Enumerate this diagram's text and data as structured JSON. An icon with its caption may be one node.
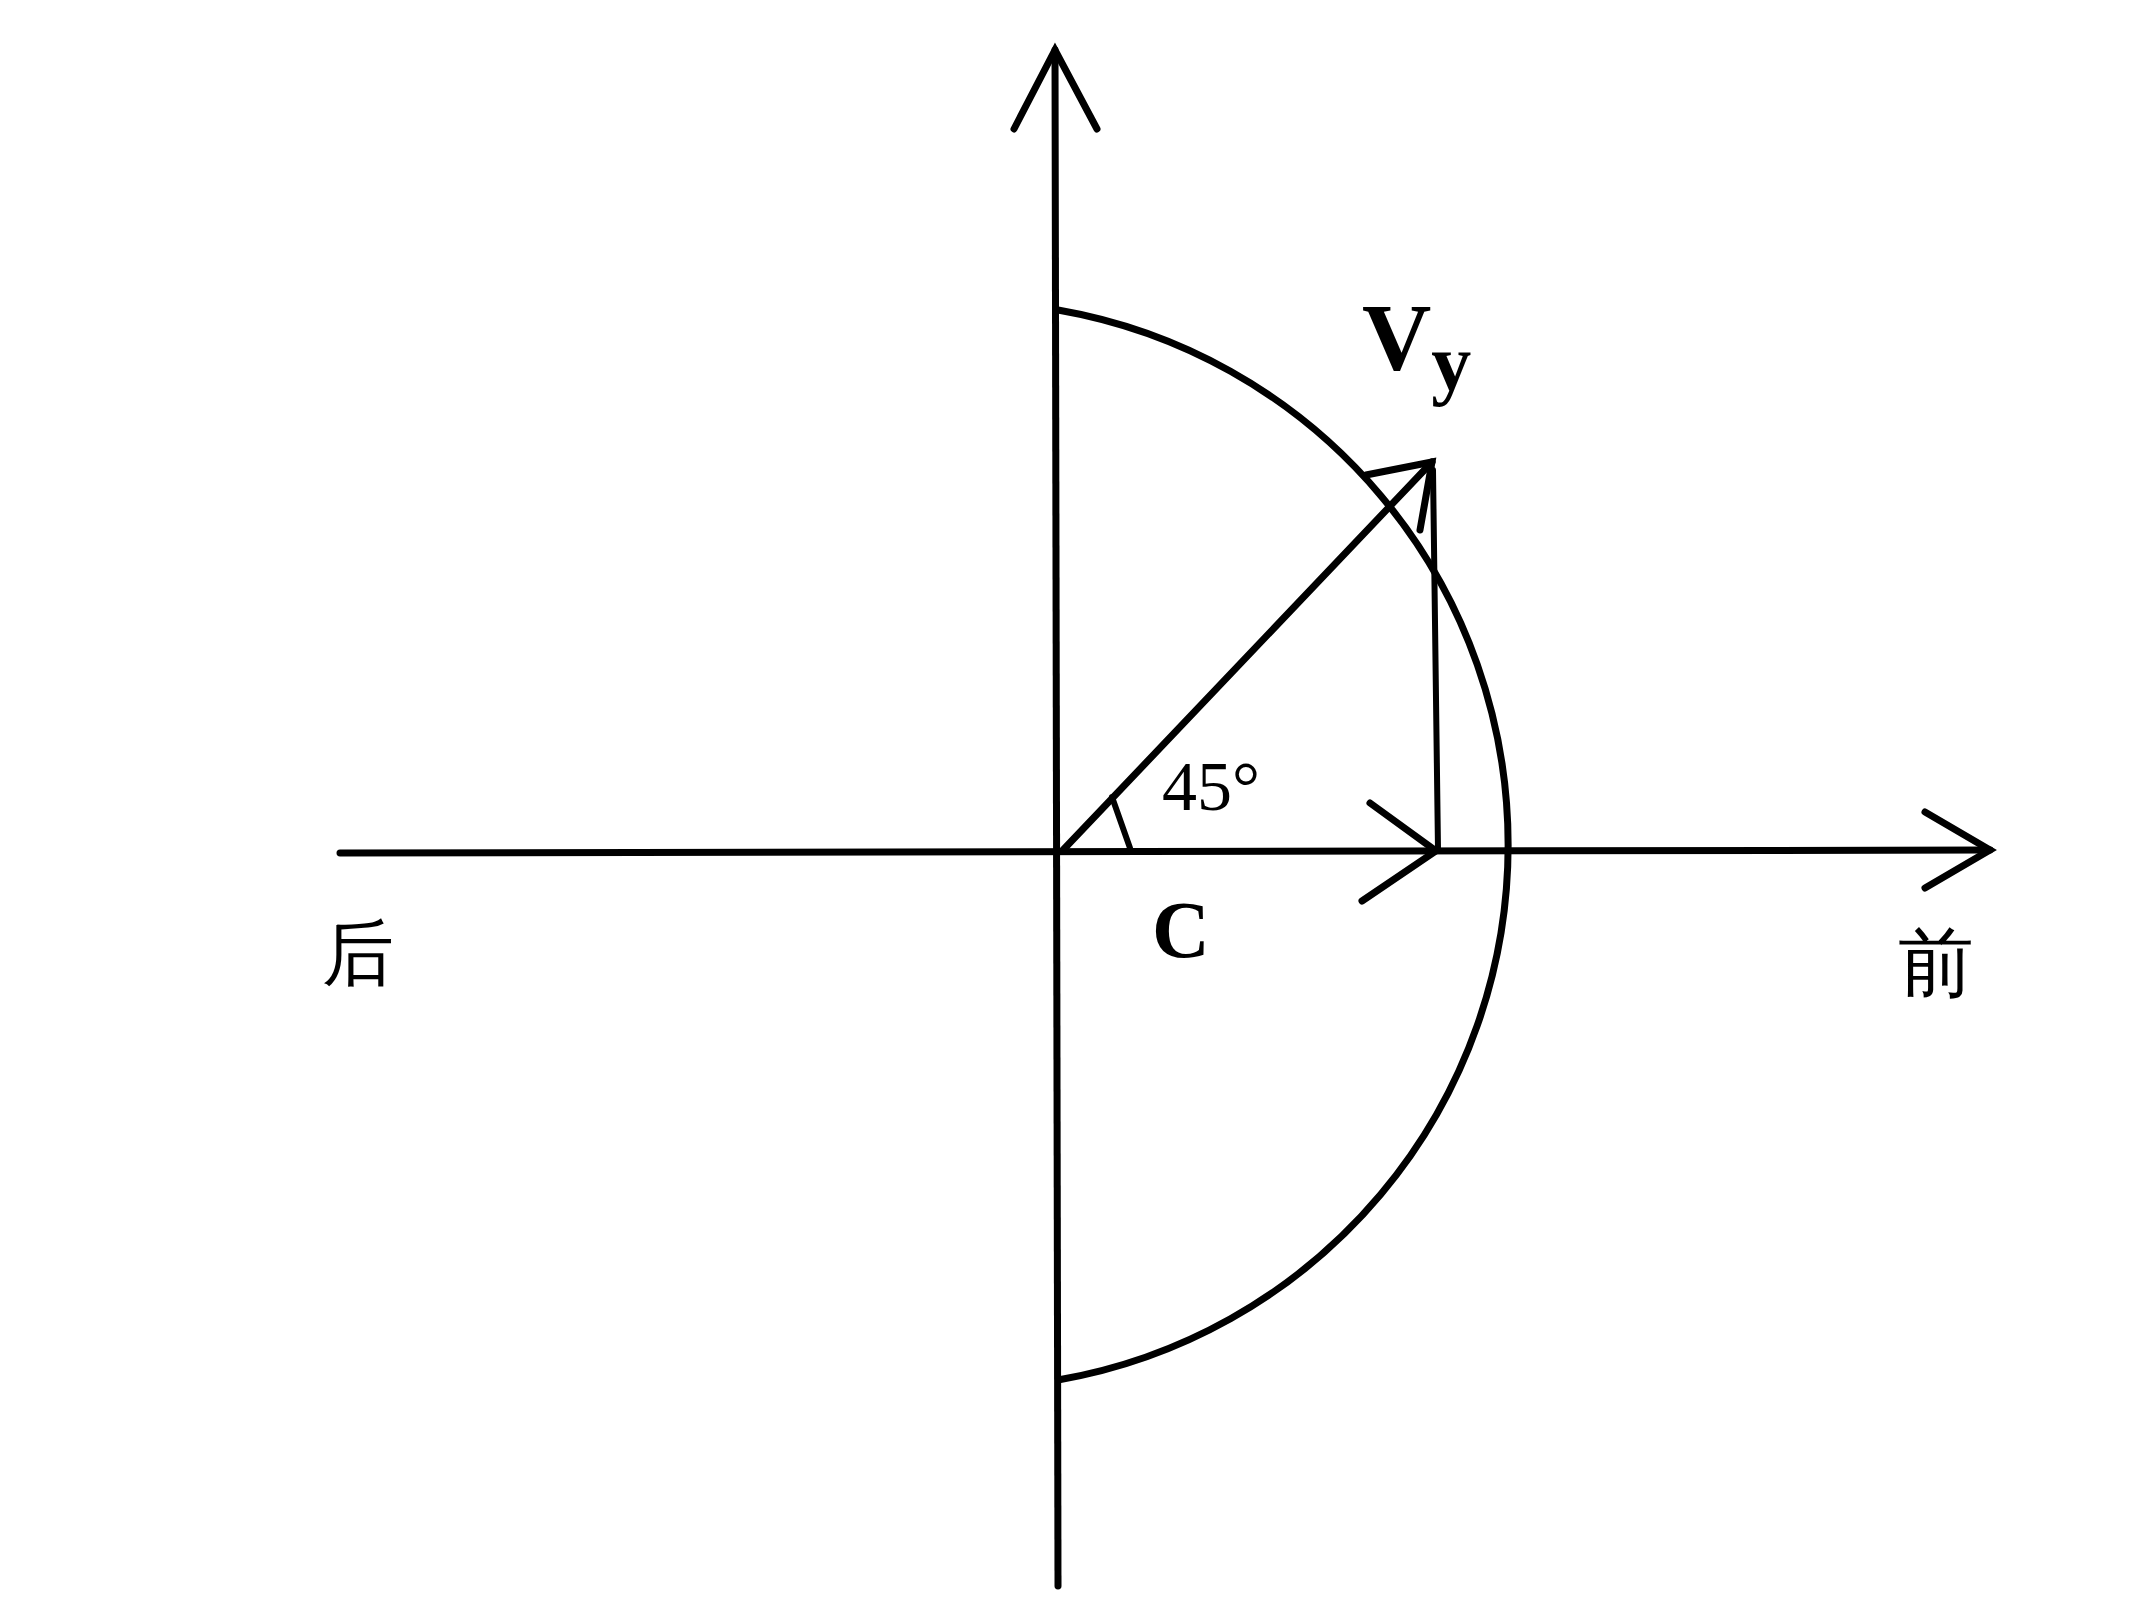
{
  "diagram": {
    "labels": [
      "V$_{y}$",
      "45°",
      "后",
      "C",
      "前"
    ]
  }
}
